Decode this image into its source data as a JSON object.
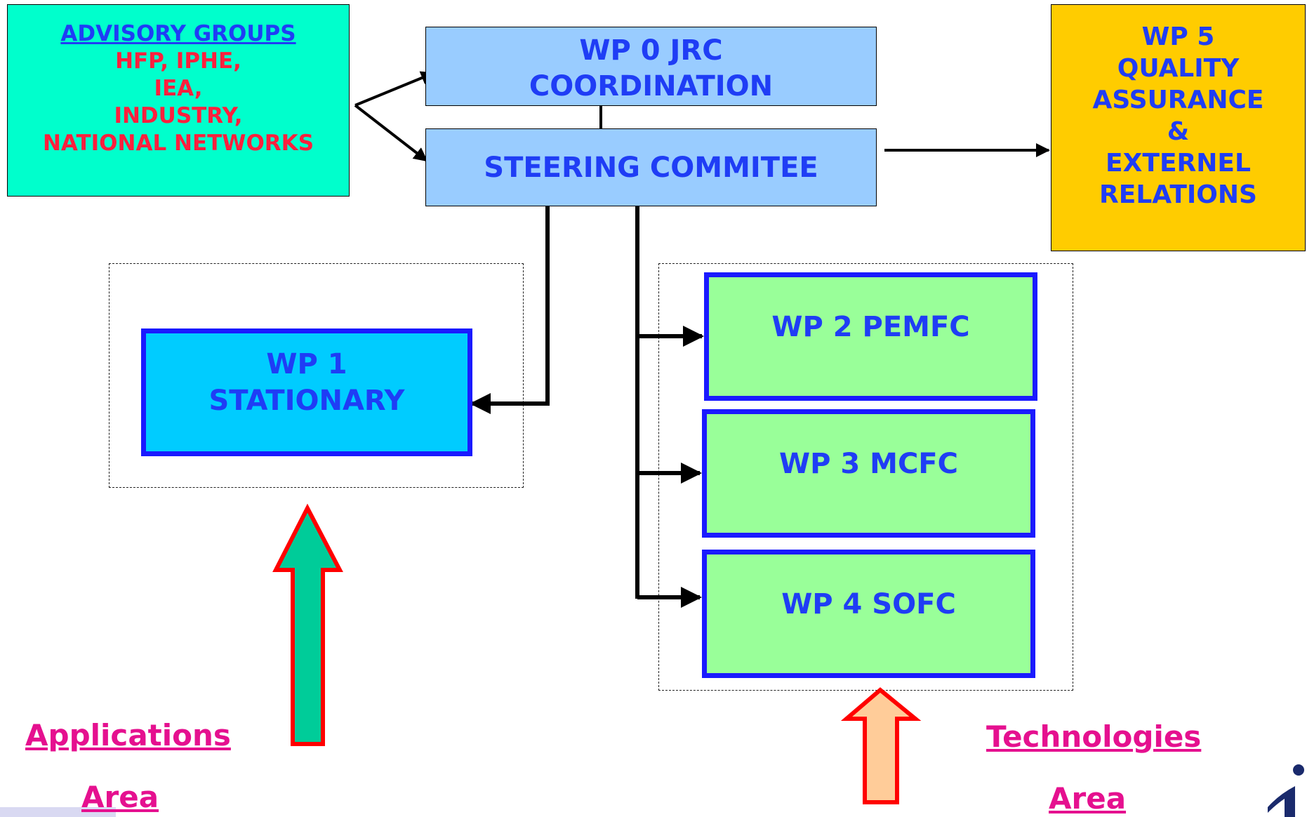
{
  "advisory": {
    "title": "ADVISORY GROUPS",
    "lines": [
      "HFP, IPHE,",
      "IEA,",
      "INDUSTRY,",
      "NATIONAL NETWORKS"
    ]
  },
  "wp0": {
    "lines": [
      "WP 0 JRC",
      "COORDINATION"
    ]
  },
  "steering": {
    "label": "STEERING COMMITEE"
  },
  "wp5": {
    "lines": [
      "WP 5",
      "QUALITY",
      "ASSURANCE",
      "&",
      "EXTERNEL",
      "RELATIONS"
    ]
  },
  "wp1": {
    "lines": [
      "WP 1",
      "STATIONARY"
    ]
  },
  "wp2": {
    "label": "WP 2 PEMFC"
  },
  "wp3": {
    "label": "WP 3 MCFC"
  },
  "wp4": {
    "label": "WP 4 SOFC"
  },
  "labels": {
    "applications": "Applications",
    "applications_area": "Area",
    "technologies": "Technologies",
    "technologies_area": "Area"
  },
  "colors": {
    "advisory_bg": "#00ffcc",
    "coordination_bg": "#99ccff",
    "wp5_bg": "#ffcc00",
    "wp1_bg": "#00ccff",
    "tech_bg": "#99ff99",
    "box_border": "#1a1aff",
    "text_blue": "#1f3df5",
    "text_red": "#ff1f3d",
    "label_magenta": "#e5108f",
    "app_arrow_fill": "#00cc99",
    "tech_arrow_fill": "#ffcc99",
    "arrow_outline": "#ff0000"
  }
}
